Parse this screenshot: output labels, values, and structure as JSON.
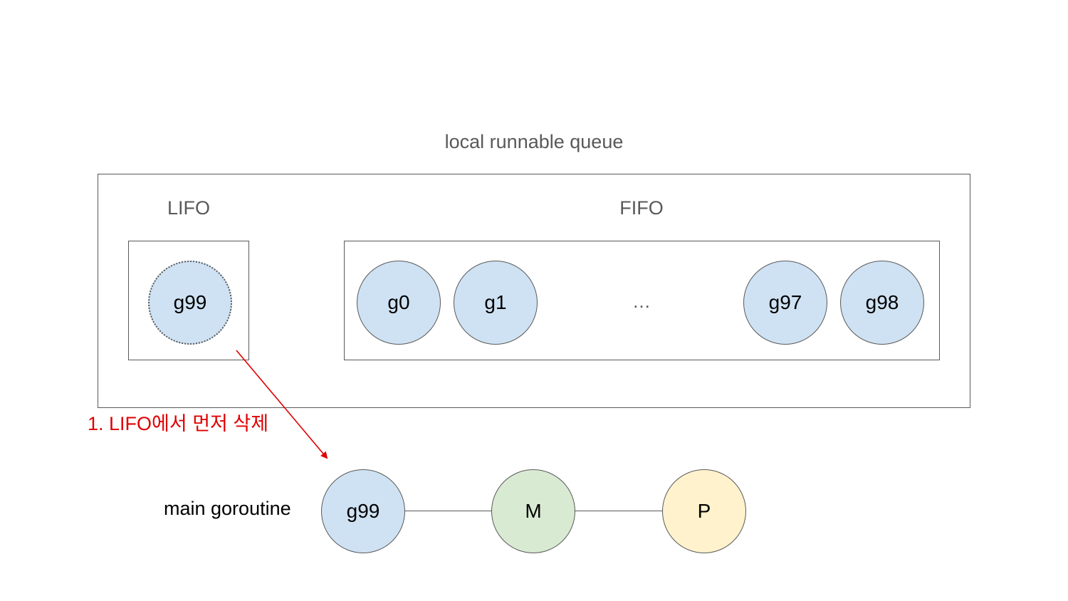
{
  "queue": {
    "title": "local runnable queue",
    "lifo": {
      "label": "LIFO",
      "item": "g99"
    },
    "fifo": {
      "label": "FIFO",
      "items": [
        "g0",
        "g1",
        "g97",
        "g98"
      ],
      "ellipsis": "…"
    }
  },
  "annotation": {
    "text": "1. LIFO에서 먼저 삭제",
    "color": "#e00000"
  },
  "running": {
    "label": "main goroutine",
    "goroutine": "g99",
    "machine": "M",
    "processor": "P"
  },
  "colors": {
    "goroutine": "#cfe2f3",
    "machine": "#d9ead3",
    "processor": "#fff2cc",
    "stroke": "#595959"
  }
}
